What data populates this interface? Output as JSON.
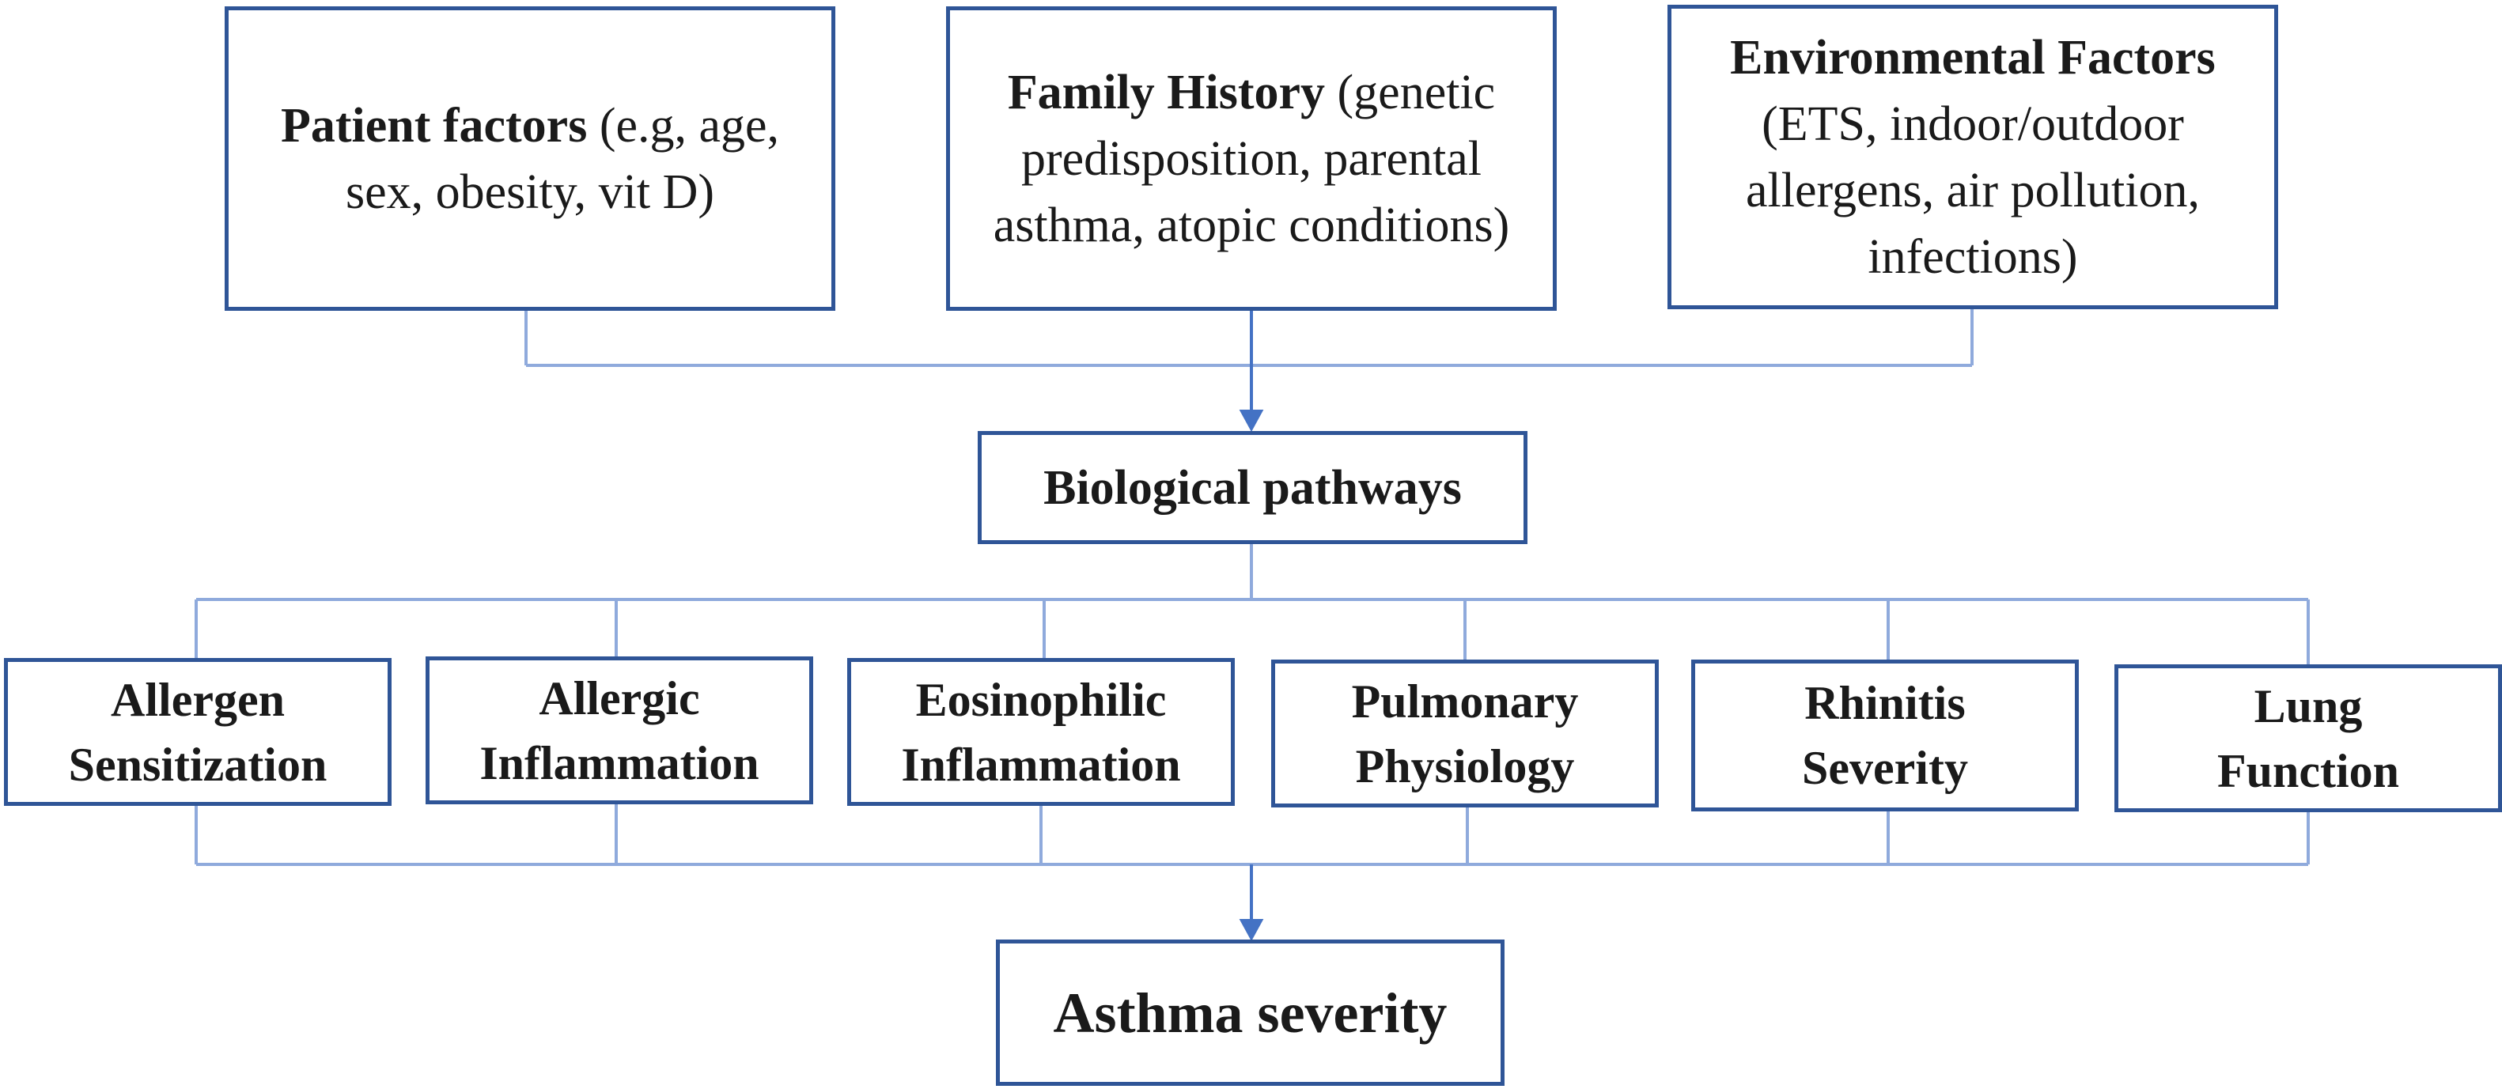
{
  "diagram": {
    "risk_factors": [
      {
        "id": "patient",
        "title": "Patient factors",
        "detail": "(e.g, age, sex, obesity, vit D)"
      },
      {
        "id": "family",
        "title": "Family History",
        "detail": "(genetic predisposition, parental asthma, atopic conditions)"
      },
      {
        "id": "environment",
        "title": "Environmental Factors",
        "detail": "(ETS, indoor/outdoor allergens, air pollution, infections)"
      }
    ],
    "mediator": "Biological pathways",
    "pathways": [
      "Allergen Sensitization",
      "Allergic Inflammation",
      "Eosinophilic Inflammation",
      "Pulmonary Physiology",
      "Rhinitis Severity",
      "Lung Function"
    ],
    "outcome": "Asthma severity",
    "colors": {
      "box_border": "#2f5597",
      "connector": "#8faadc",
      "arrow": "#4472c4",
      "text": "#1a1a1a",
      "background": "#ffffff"
    }
  }
}
